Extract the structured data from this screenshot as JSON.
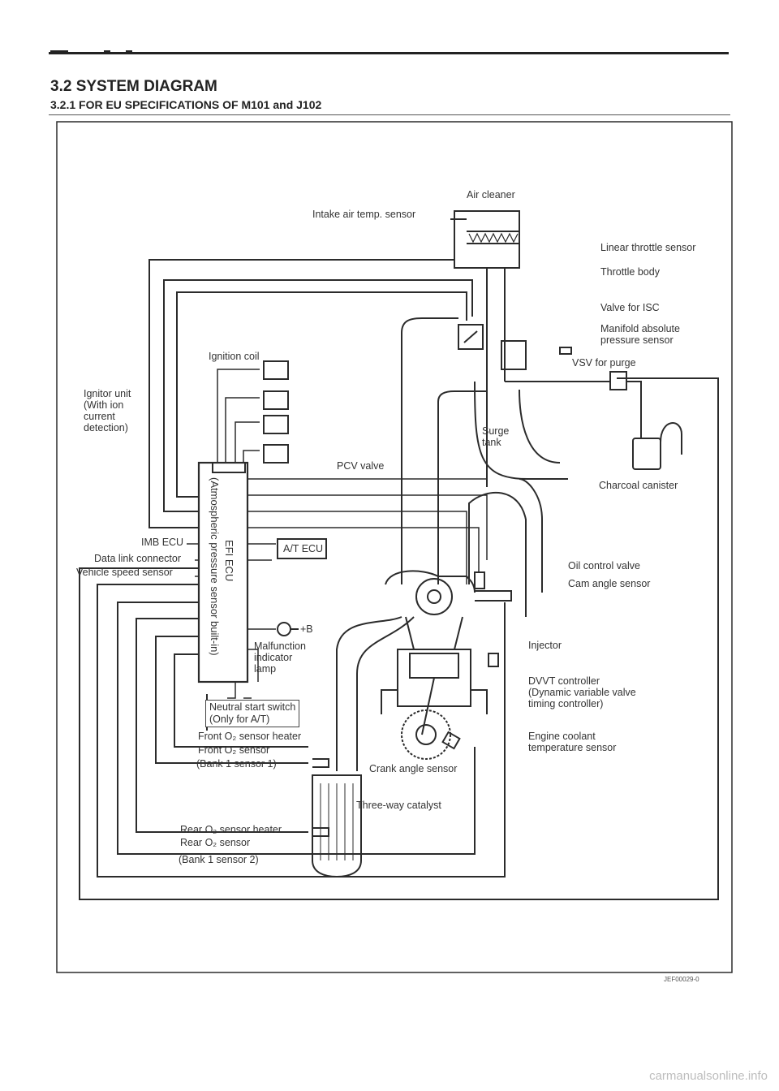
{
  "header": {
    "section_title": "3.2 SYSTEM DIAGRAM",
    "subsection_title": "3.2.1  FOR EU SPECIFICATIONS OF M101 and J102"
  },
  "diagram": {
    "labels": {
      "air_cleaner": "Air cleaner",
      "intake_air_temp_sensor": "Intake air temp. sensor",
      "linear_throttle_sensor": "Linear throttle sensor",
      "throttle_body": "Throttle body",
      "valve_for_isc": "Valve for ISC",
      "manifold_absolute_pressure_sensor": "Manifold absolute\npressure sensor",
      "vsv_for_purge": "VSV for purge",
      "ignition_coil": "Ignition coil",
      "ignitor_unit": "Ignitor unit\n(With ion\ncurrent\ndetection)",
      "surge_tank": "Surge\ntank",
      "pcv_valve": "PCV valve",
      "charcoal_canister": "Charcoal canister",
      "efi_ecu": "EFI ECU",
      "efi_ecu_note": "(Atmospheric pressure sensor built-in)",
      "imb_ecu": "IMB ECU",
      "data_link_connector": "Data link connector",
      "vehicle_speed_sensor": "Vehicle speed sensor",
      "at_ecu": "A/T ECU",
      "oil_control_valve": "Oil control valve",
      "cam_angle_sensor": "Cam angle sensor",
      "plus_b": "+B",
      "malfunction_indicator_lamp": "Malfunction\nindicator\nlamp",
      "injector": "Injector",
      "dvvt_controller": "DVVT controller\n(Dynamic variable valve\ntiming controller)",
      "neutral_start_switch": "Neutral start switch\n(Only for A/T)",
      "front_o2_sensor_heater": "Front O₂ sensor heater",
      "front_o2_sensor": "Front O₂ sensor",
      "bank1_sensor1": "(Bank 1 sensor 1)",
      "engine_coolant_temperature_sensor": "Engine coolant\ntemperature sensor",
      "crank_angle_sensor": "Crank angle sensor",
      "three_way_catalyst": "Three-way catalyst",
      "rear_o2_sensor_heater": "Rear O₂ sensor heater",
      "rear_o2_sensor": "Rear O₂ sensor",
      "bank1_sensor2": "(Bank 1 sensor 2)"
    },
    "doc_code": "JEF00029-0",
    "footer": "carmanualsonline.info"
  },
  "colors": {
    "line": "#2b2b2b",
    "text": "#333333",
    "watermark": "#bdbdbd"
  }
}
